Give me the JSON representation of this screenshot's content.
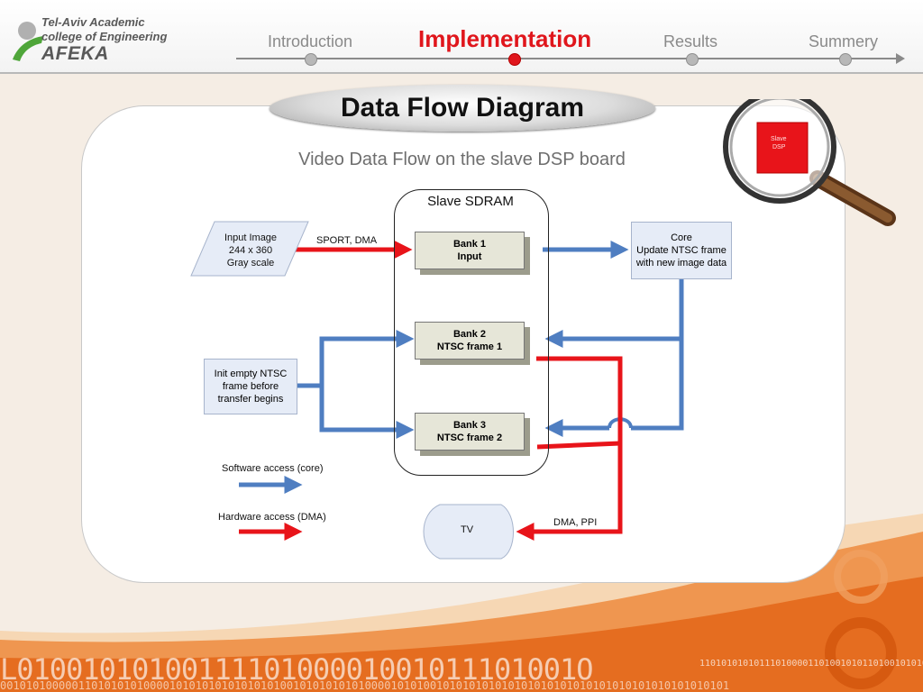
{
  "logo": {
    "line1": "Tel-Aviv Academic",
    "line2": "college of Engineering",
    "line3": "AFEKA"
  },
  "nav": {
    "items": [
      {
        "label": "Introduction"
      },
      {
        "label": "Implementation"
      },
      {
        "label": "Results"
      },
      {
        "label": "Summery"
      }
    ],
    "active": "Implementation"
  },
  "slide": {
    "title": "Data Flow Diagram",
    "subtitle": "Video Data Flow on the slave DSP board"
  },
  "magnifier": {
    "label_line1": "Slave",
    "label_line2": "DSP"
  },
  "diagram": {
    "sdram_title": "Slave SDRAM",
    "input_image": [
      "Input Image",
      "244 x 360",
      "Gray scale"
    ],
    "sport_label": "SPORT, DMA",
    "bank1": [
      "Bank 1",
      "Input"
    ],
    "bank2": [
      "Bank 2",
      "NTSC frame 1"
    ],
    "bank3": [
      "Bank 3",
      "NTSC frame 2"
    ],
    "core": [
      "Core",
      "Update NTSC frame",
      "with new image data"
    ],
    "init": [
      "Init empty NTSC",
      "frame before",
      "transfer begins"
    ],
    "tv": "TV",
    "dma_ppi": "DMA, PPI",
    "legend_software": "Software access (core)",
    "legend_hardware": "Hardware access (DMA)"
  },
  "decor": {
    "binary_large": "L0100101010011110100001001011101001O",
    "binary_small": "110101010101110100001101001010110100101010",
    "binary_bottom": "0010101000001101010101000010101010101010101001010101010100001010100101010101010101010101010101010101010101010101"
  },
  "colors": {
    "software": "#4f7ec1",
    "hardware": "#e8141a",
    "accent": "#e0161c"
  }
}
